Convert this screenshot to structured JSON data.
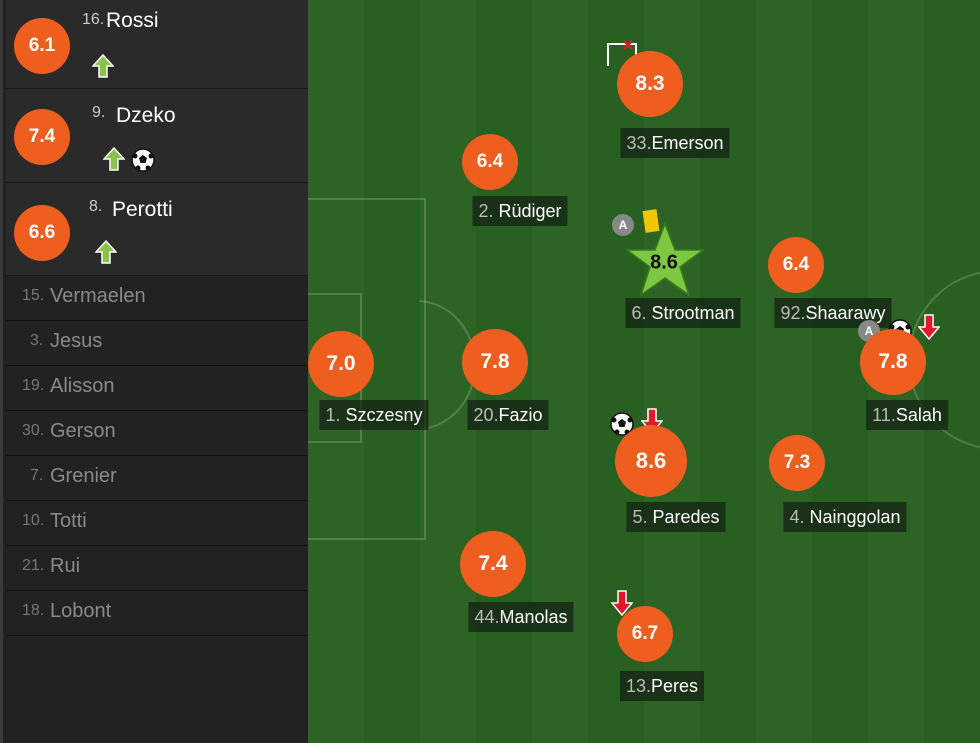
{
  "substitutes": [
    {
      "rating": "6.1",
      "number": "16.",
      "name": "Rossi",
      "icons": [
        "sub-in-arrow-icon"
      ]
    },
    {
      "rating": "7.4",
      "number": "9.",
      "name": "Dzeko",
      "icons": [
        "sub-in-arrow-icon",
        "goal-ball-icon"
      ]
    },
    {
      "rating": "6.6",
      "number": "8.",
      "name": "Perotti",
      "icons": [
        "sub-in-arrow-icon"
      ]
    }
  ],
  "bench": [
    {
      "number": "15.",
      "name": "Vermaelen"
    },
    {
      "number": "3.",
      "name": "Jesus"
    },
    {
      "number": "19.",
      "name": "Alisson"
    },
    {
      "number": "30.",
      "name": "Gerson"
    },
    {
      "number": "7.",
      "name": "Grenier"
    },
    {
      "number": "10.",
      "name": "Totti"
    },
    {
      "number": "21.",
      "name": "Rui"
    },
    {
      "number": "18.",
      "name": "Lobont"
    }
  ],
  "players": [
    {
      "rating": "7.0",
      "number": "1.",
      "name": "Szczesny"
    },
    {
      "rating": "6.4",
      "number": "2.",
      "name": "Rüdiger"
    },
    {
      "rating": "7.8",
      "number": "20.",
      "name": "Fazio"
    },
    {
      "rating": "7.4",
      "number": "44.",
      "name": "Manolas"
    },
    {
      "rating": "8.3",
      "number": "33.",
      "name": "Emerson"
    },
    {
      "rating": "8.6",
      "number": "6.",
      "name": "Strootman"
    },
    {
      "rating": "8.6",
      "number": "5.",
      "name": "Paredes"
    },
    {
      "rating": "6.7",
      "number": "13.",
      "name": "Peres"
    },
    {
      "rating": "6.4",
      "number": "92.",
      "name": "Shaarawy"
    },
    {
      "rating": "7.3",
      "number": "4.",
      "name": "Nainggolan"
    },
    {
      "rating": "7.8",
      "number": "11.",
      "name": "Salah"
    }
  ],
  "markers": {
    "captain_letter": "A",
    "captain_letter_2": "A"
  },
  "colors": {
    "rating_badge": "#ee5f1f",
    "man_of_match_star": "#7cc843",
    "sub_in_arrow": "#8bc34a",
    "sub_out_arrow": "#e0192a",
    "yellow_card": "#f2c500"
  }
}
